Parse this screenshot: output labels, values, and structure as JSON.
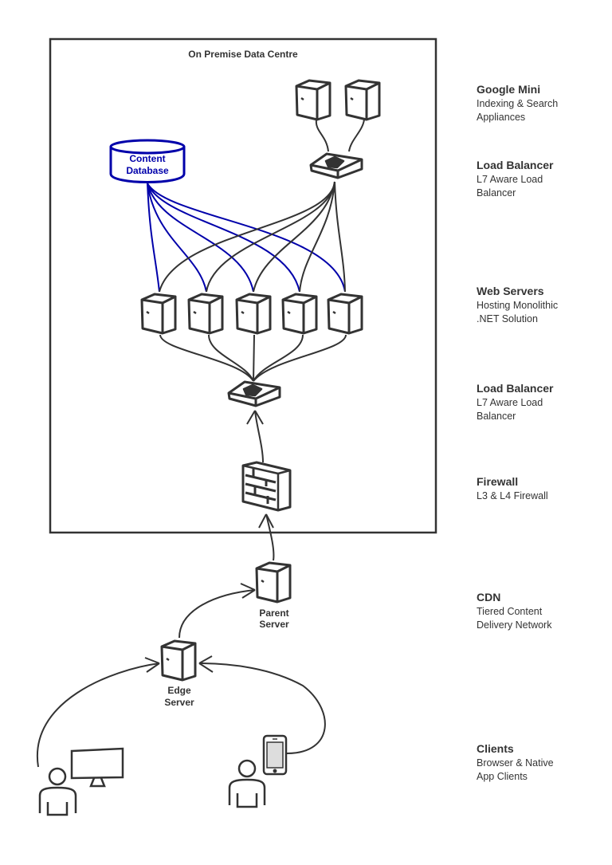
{
  "diagram": {
    "datacentre_title": "On Premise Data Centre",
    "database_label_line1": "Content",
    "database_label_line2": "Database",
    "parent_server_line1": "Parent",
    "parent_server_line2": "Server",
    "edge_server_line1": "Edge",
    "edge_server_line2": "Server"
  },
  "tiers": [
    {
      "name": "Google Mini",
      "desc": "Indexing & Search\nAppliances"
    },
    {
      "name": "Load Balancer",
      "desc": "L7 Aware Load\nBalancer"
    },
    {
      "name": "Web Servers",
      "desc": "Hosting Monolithic\n.NET Solution"
    },
    {
      "name": "Load Balancer",
      "desc": "L7 Aware Load\nBalancer"
    },
    {
      "name": "Firewall",
      "desc": "L3 & L4 Firewall"
    },
    {
      "name": "CDN",
      "desc": "Tiered Content\nDelivery Network"
    },
    {
      "name": "Clients",
      "desc": "Browser & Native\nApp Clients"
    }
  ],
  "colors": {
    "ink": "#333333",
    "database": "#0000aa"
  }
}
